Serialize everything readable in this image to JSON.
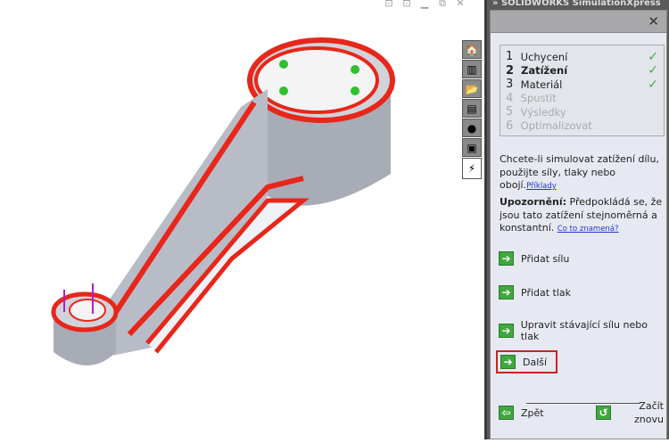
{
  "window": {
    "title": "» SOLIDWORKS SimulationXpress",
    "buttons": [
      "⊡",
      "⊡",
      "▁",
      "⧉",
      "✕"
    ]
  },
  "side_tabs": [
    {
      "icon": "home-icon",
      "g": "🏠"
    },
    {
      "icon": "chart-icon",
      "g": "▥"
    },
    {
      "icon": "folder-icon",
      "g": "📂"
    },
    {
      "icon": "properties-icon",
      "g": "▤"
    },
    {
      "icon": "appearance-icon",
      "g": "●"
    },
    {
      "icon": "package-icon",
      "g": "▣"
    },
    {
      "icon": "simulation-icon",
      "g": "⚡"
    }
  ],
  "panel": {
    "close": "✕",
    "steps": [
      {
        "num": "1",
        "label": "Uchycení",
        "done": true
      },
      {
        "num": "2",
        "label": "Zatížení",
        "done": true,
        "current": true
      },
      {
        "num": "3",
        "label": "Materiál",
        "done": true
      },
      {
        "num": "4",
        "label": "Spustit",
        "disabled": true
      },
      {
        "num": "5",
        "label": "Výsledky",
        "disabled": true
      },
      {
        "num": "6",
        "label": "Optimalizovat",
        "disabled": true
      }
    ],
    "check": "✓",
    "intro": "Chcete-li simulovat zatížení dílu, použijte síly, tlaky nebo obojí.",
    "intro_link": "Příklady",
    "warning_bold": "Upozornění:",
    "warning": " Předpokládá se, že jsou tato zatížení stejnoměrná a konstantní. ",
    "warning_link": "Co to znamená?",
    "actions": [
      "Přidat sílu",
      "Přidat tlak",
      "Upravit stávající sílu nebo tlak"
    ],
    "next": "Další",
    "back": "Zpět",
    "restart": "Začít znovu",
    "arrow_right": "➔",
    "arrow_left": "⇦",
    "arrow_restart": "↺"
  },
  "colors": {
    "accent_edge": "#e8261a",
    "part": "#b8bcc6",
    "highlight": "#cc2222"
  }
}
